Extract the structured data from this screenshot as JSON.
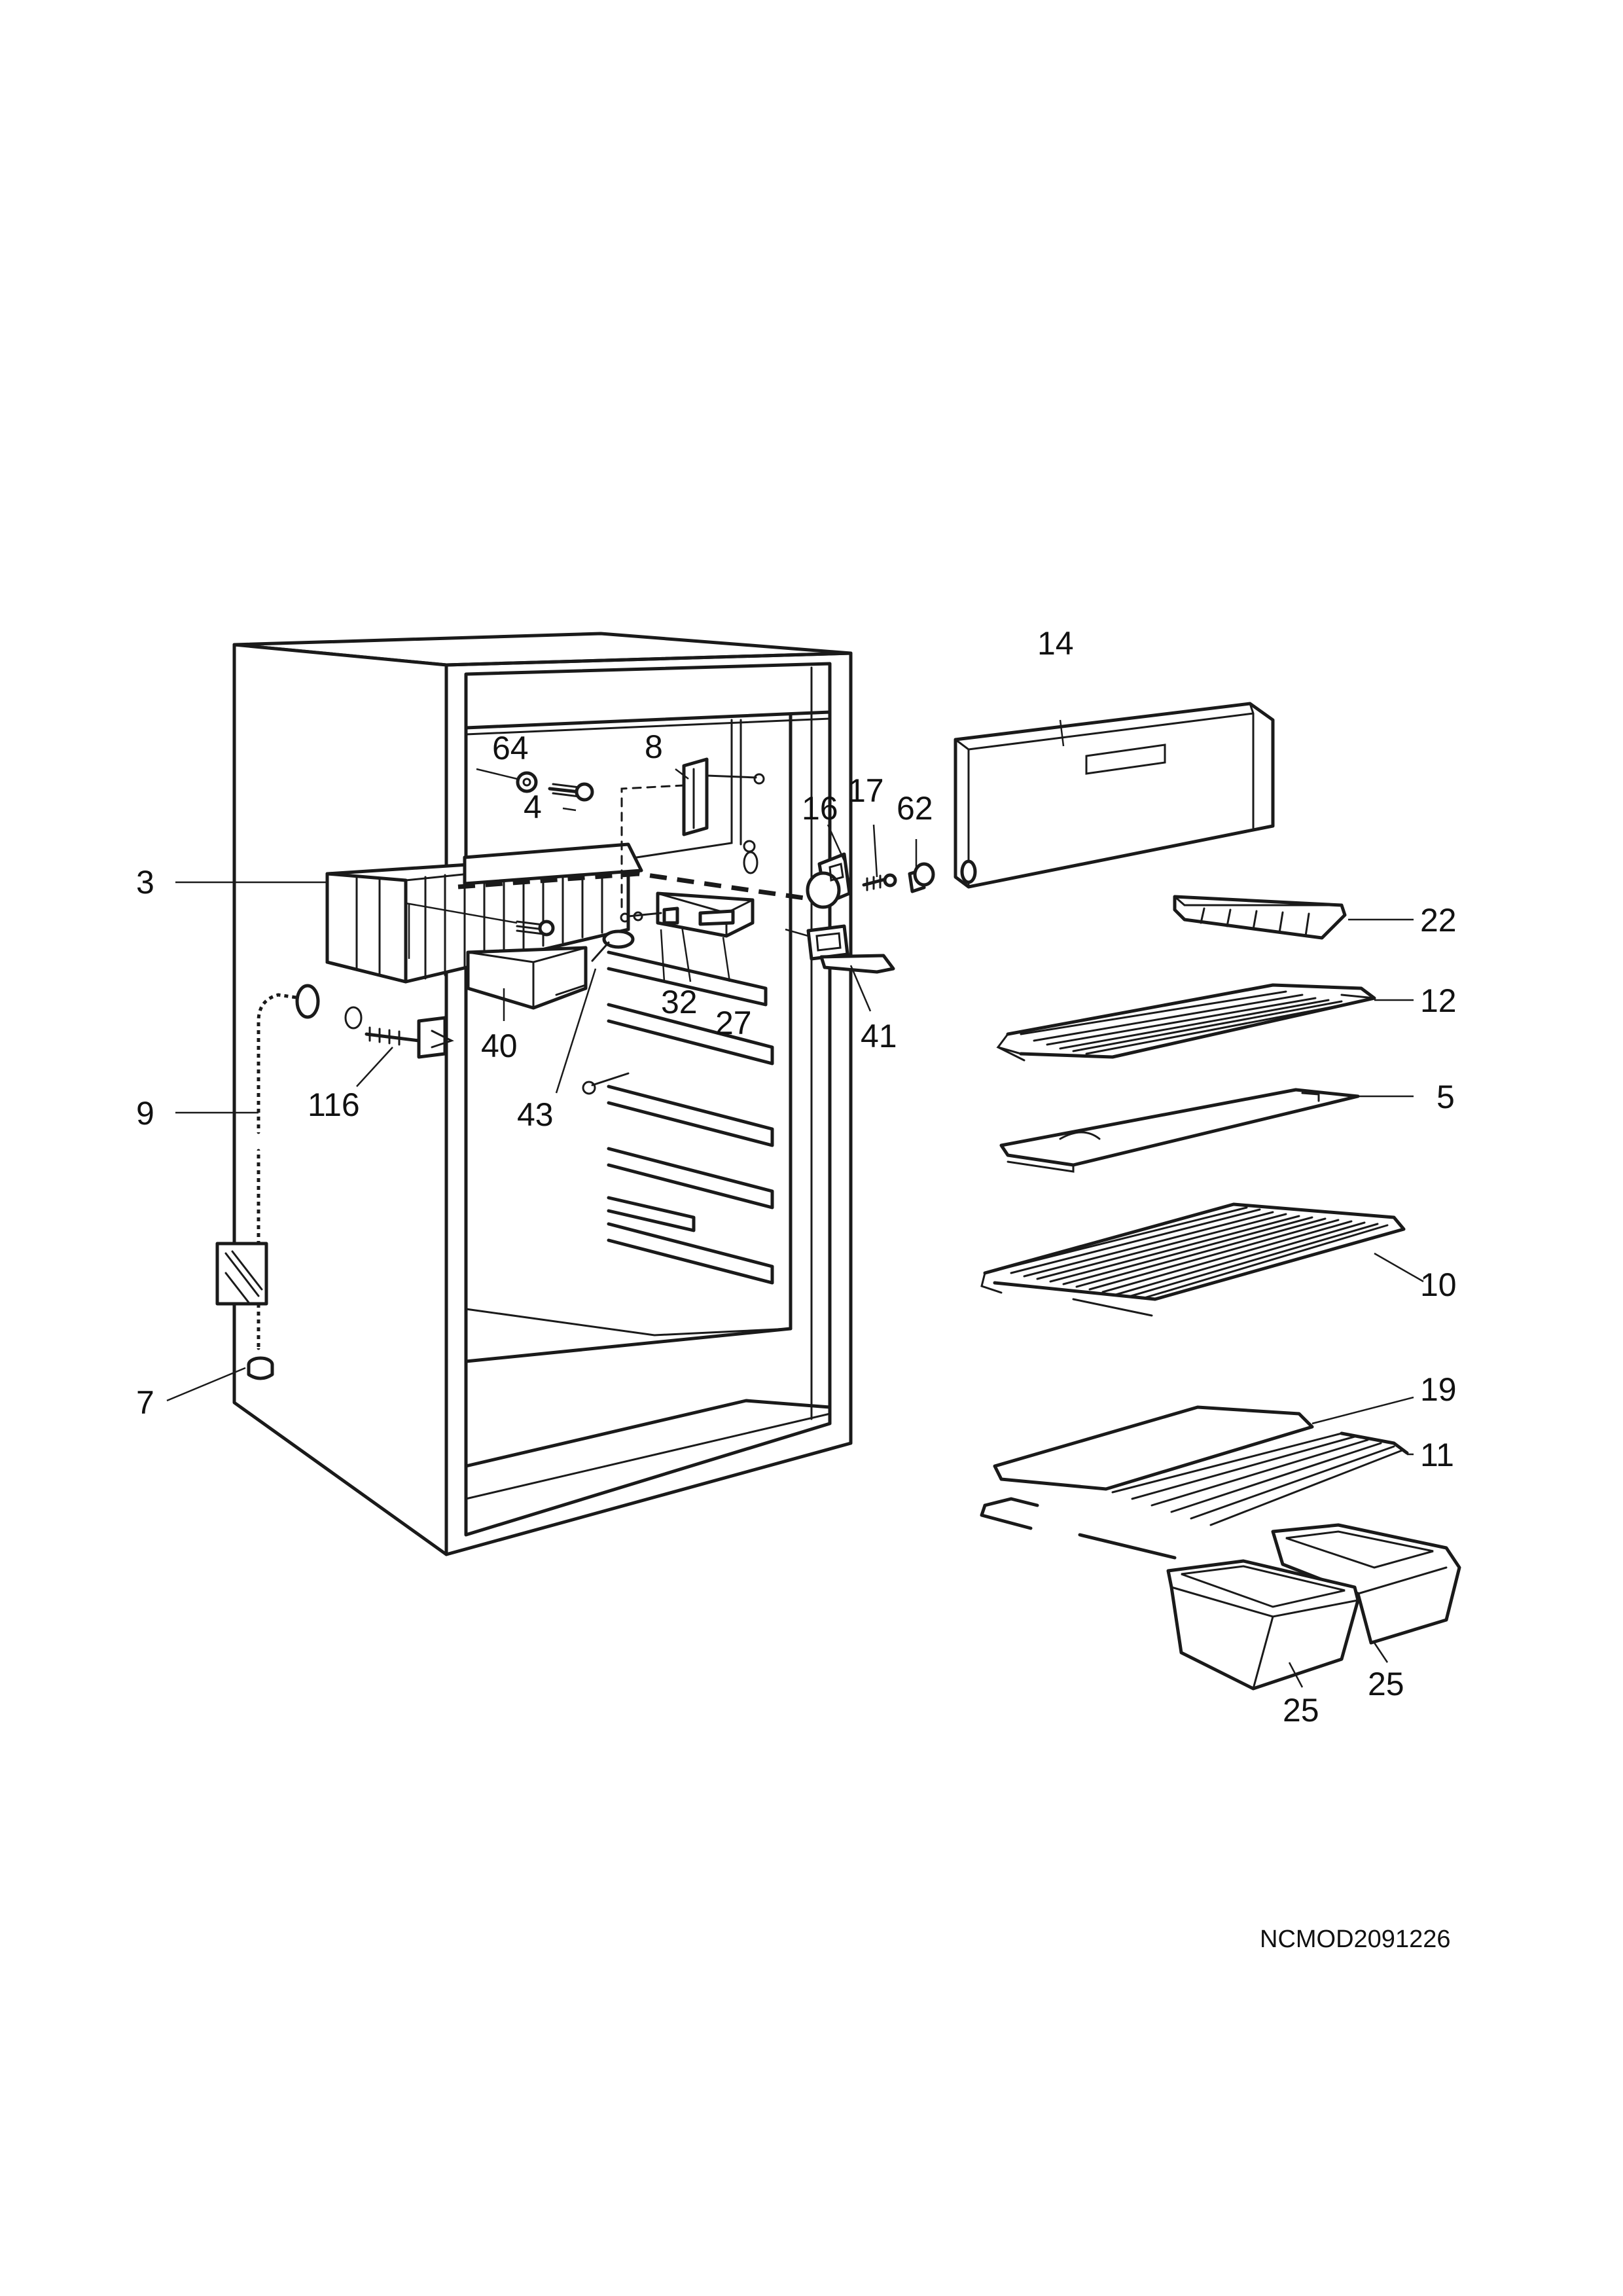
{
  "diagram": {
    "part_labels": {
      "p3": "3",
      "p4": "4",
      "p5": "5",
      "p7": "7",
      "p8": "8",
      "p9": "9",
      "p10": "10",
      "p11": "11",
      "p12": "12",
      "p14": "14",
      "p16": "16",
      "p17": "17",
      "p19": "19",
      "p22": "22",
      "p25a": "25",
      "p25b": "25",
      "p27": "27",
      "p32": "32",
      "p40": "40",
      "p41": "41",
      "p43": "43",
      "p62": "62",
      "p64": "64",
      "p116": "116"
    },
    "drawing_code": "NCMOD2091226"
  },
  "colors": {
    "line": "#1a1a1a",
    "background": "#ffffff",
    "fill": "#e8e8e8"
  }
}
